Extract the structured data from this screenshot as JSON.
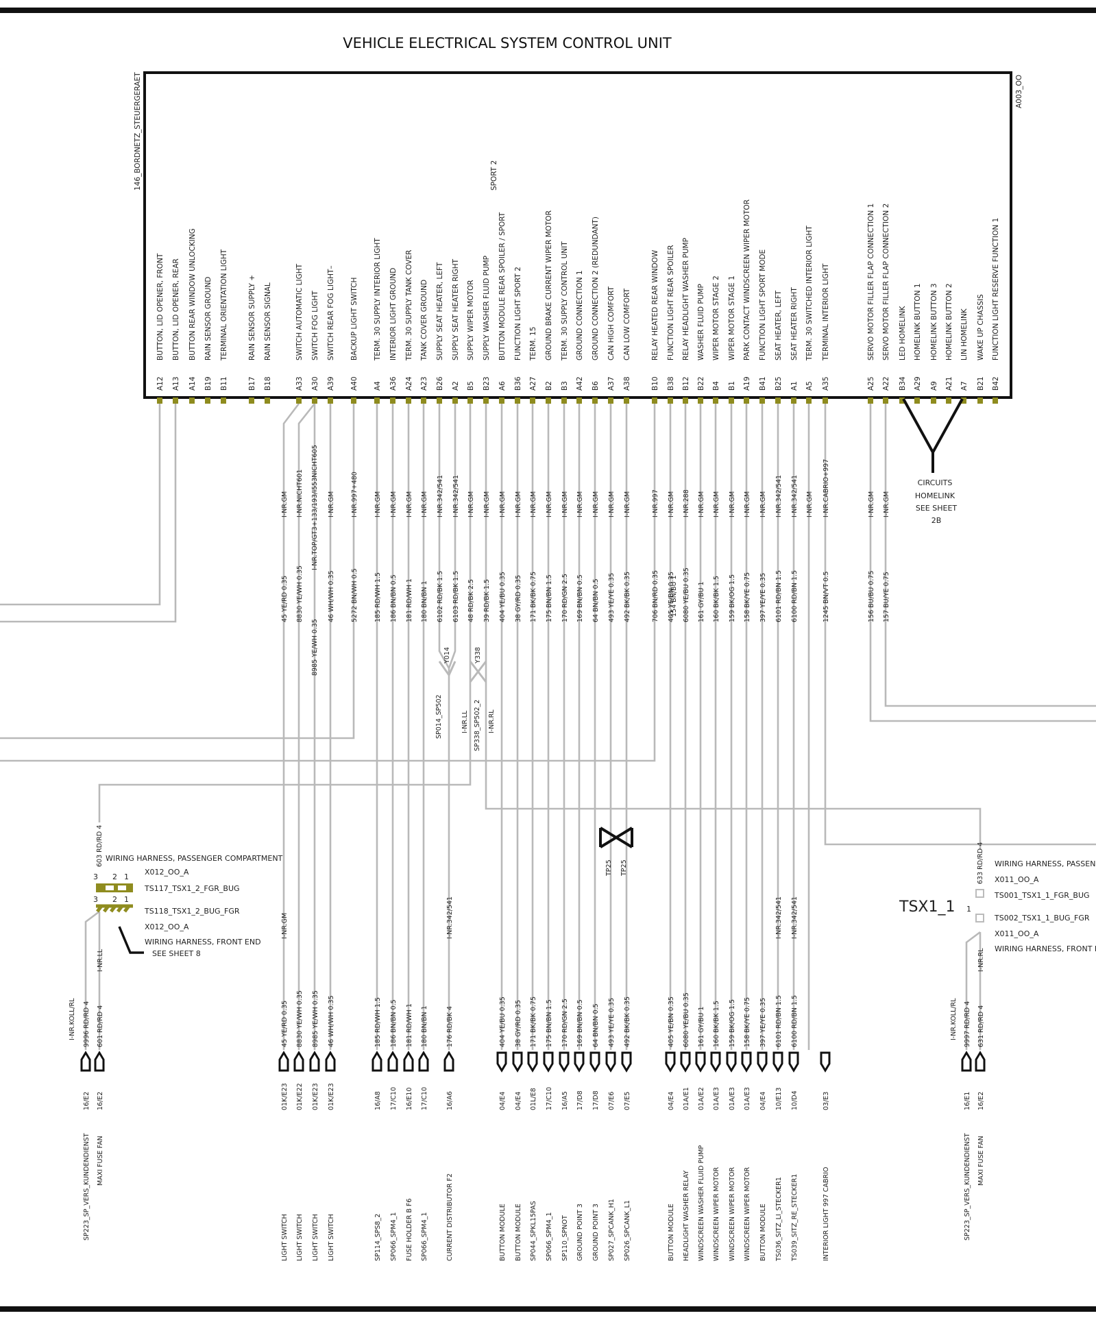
{
  "title": "VEHICLE ELECTRICAL SYSTEM CONTROL UNIT",
  "unit_id": "146_BORDNETZ_STEUERGERAET",
  "unit_code": "A003_OO",
  "pins": [
    {
      "pin": "A12",
      "l1": "BUTTON, LID OPENER, FRONT",
      "l2": ""
    },
    {
      "pin": "A13",
      "l1": "BUTTON, LID OPENER,  REAR",
      "l2": ""
    },
    {
      "pin": "A14",
      "l1": "BUTTON  REAR WINDOW    UNLOCKING",
      "l2": ""
    },
    {
      "pin": "B19",
      "l1": "RAIN SENSOR      GROUND",
      "l2": ""
    },
    {
      "pin": "B11",
      "l1": "TERMINAL   ORIENTATION  LIGHT",
      "l2": ""
    },
    {
      "pin": "B17",
      "l1": "RAIN SENSOR      SUPPLY +",
      "l2": ""
    },
    {
      "pin": "B18",
      "l1": "RAIN SENSOR      SIGNAL",
      "l2": ""
    },
    {
      "pin": "A33",
      "l1": "SWITCH       AUTOMATIC      LIGHT",
      "l2": ""
    },
    {
      "pin": "A30",
      "l1": "SWITCH       FOG LIGHT",
      "l2": ""
    },
    {
      "pin": "A39",
      "l1": "SWITCH       REAR FOG LIGHT–",
      "l2": ""
    },
    {
      "pin": "A40",
      "l1": "BACKUP  LIGHT  SWITCH",
      "l2": ""
    },
    {
      "pin": "A4",
      "l1": "TERM. 30 SUPPLY       INTERIOR LIGHT",
      "l2": ""
    },
    {
      "pin": "A36",
      "l1": "INTERIOR LIGHT     GROUND",
      "l2": ""
    },
    {
      "pin": "A24",
      "l1": "TERM. 30 SUPPLY       TANK COVER",
      "l2": ""
    },
    {
      "pin": "A23",
      "l1": "TANK COVER       GROUND",
      "l2": ""
    },
    {
      "pin": "B26",
      "l1": "SUPPLY        SEAT HEATER,   LEFT",
      "l2": ""
    },
    {
      "pin": "A2",
      "l1": "SUPPLY        SEAT HEATER   RIGHT",
      "l2": ""
    },
    {
      "pin": "B5",
      "l1": "SUPPLY        WIPER MOTOR",
      "l2": ""
    },
    {
      "pin": "B23",
      "l1": "SUPPLY        WASHER FLUID PUMP",
      "l2": ""
    },
    {
      "pin": "A6",
      "l1": "BUTTON  MODULE  REAR SPOILER   /    SPORT",
      "l2": "SPORT 2"
    },
    {
      "pin": "B36",
      "l1": "FUNCTION  LIGHT      SPORT  2",
      "l2": ""
    },
    {
      "pin": "A27",
      "l1": "TERM. 15",
      "l2": ""
    },
    {
      "pin": "B2",
      "l1": "GROUND  BRAKE CURRENT WIPER MOTOR",
      "l2": ""
    },
    {
      "pin": "B3",
      "l1": "TERM. 30 SUPPLY       CONTROL UNIT",
      "l2": ""
    },
    {
      "pin": "A42",
      "l1": "GROUND CONNECTION 1",
      "l2": ""
    },
    {
      "pin": "B6",
      "l1": "GROUND CONNECTION 2  (REDUNDANT)",
      "l2": ""
    },
    {
      "pin": "A37",
      "l1": "CAN HIGH        COMFORT",
      "l2": ""
    },
    {
      "pin": "A38",
      "l1": "CAN LOW         COMFORT",
      "l2": ""
    },
    {
      "pin": "B10",
      "l1": "RELAY       HEATED REAR WINDOW",
      "l2": ""
    },
    {
      "pin": "B38",
      "l1": "FUNCTION LIGHT       REAR SPOILER",
      "l2": ""
    },
    {
      "pin": "B12",
      "l1": "RELAY      HEADLIGHT  WASHER PUMP",
      "l2": ""
    },
    {
      "pin": "B22",
      "l1": "WASHER FLUID PUMP",
      "l2": ""
    },
    {
      "pin": "B4",
      "l1": "WIPER MOTOR        STAGE 2",
      "l2": ""
    },
    {
      "pin": "B1",
      "l1": "WIPER MOTOR        STAGE 1",
      "l2": ""
    },
    {
      "pin": "A19",
      "l1": "PARK  CONTACT   WINDSCREEN WIPER MOTOR",
      "l2": ""
    },
    {
      "pin": "B41",
      "l1": "FUNCTION LIGHT         SPORT MODE",
      "l2": ""
    },
    {
      "pin": "B25",
      "l1": "SEAT   HEATER,    LEFT",
      "l2": ""
    },
    {
      "pin": "A1",
      "l1": "SEAT HEATER      RIGHT",
      "l2": ""
    },
    {
      "pin": "A5",
      "l1": "TERM. 30 SWITCHED       INTERIOR LIGHT",
      "l2": ""
    },
    {
      "pin": "A35",
      "l1": "TERMINAL INTERIOR LIGHT",
      "l2": ""
    },
    {
      "pin": "A25",
      "l1": "SERVO MOTOR    FILLER FLAP       CONNECTION   1",
      "l2": ""
    },
    {
      "pin": "A22",
      "l1": "SERVO MOTOR    FILLER FLAP       CONNECTION   2",
      "l2": ""
    },
    {
      "pin": "B34",
      "l1": "LED    HOMELINK",
      "l2": ""
    },
    {
      "pin": "A29",
      "l1": "HOMELINK BUTTON 1",
      "l2": ""
    },
    {
      "pin": "A9",
      "l1": "HOMELINK    BUTTON    3",
      "l2": ""
    },
    {
      "pin": "A21",
      "l1": "HOMELINK BUTTON 2",
      "l2": ""
    },
    {
      "pin": "A7",
      "l1": "LIN    HOMELINK",
      "l2": ""
    },
    {
      "pin": "B21",
      "l1": "WAKE UP     CHASSIS",
      "l2": ""
    },
    {
      "pin": "B42",
      "l1": "FUNCTION LIGHT         RESERVE FUNCTION     1",
      "l2": ""
    }
  ],
  "wire_codes": [
    "I-NR.GM",
    "I-NR.NICHT601",
    "I-NR.GM",
    "I-NR.997+480",
    "I-NR.GM",
    "I-NR.GM",
    "I-NR.GM",
    "I-NR.GM",
    "I-NR.342/541",
    "I-NR.342/541",
    "I-NR.GM",
    "I-NR.GM",
    "I-NR.GM",
    "I-NR.GM",
    "I-NR.GM",
    "I-NR.GM",
    "I-NR.GM",
    "I-NR.GM",
    "I-NR.GM",
    "I-NR.GM",
    "I-NR.GM",
    "I-NR.997",
    "I-NR.GM",
    "I-NR.288",
    "I-NR.GM",
    "I-NR.GM",
    "I-NR.GM",
    "I-NR.GM",
    "I-NR.GM",
    "I-NR.342/541",
    "I-NR.342/541",
    "I-NR.GM",
    "I-NR.CABRIO+997",
    "I-NR.GM",
    "I-NR.GM"
  ],
  "wire_upper": [
    "45 YE/RD 0.35",
    "8830 YE/WH 0.35",
    "46 WH/WH 0.35",
    "5272 BN/WH 0.5",
    "185 RD/WH 1.5",
    "186 BN/BN 0.5",
    "181 RD/WH 1",
    "180 BN/BN 1",
    "6102 RD/BK 1.5",
    "6103 RD/BK 1.5",
    "48 RD/BK 2.5",
    "39 RD/BK 1.5",
    "404 YE/BU 0.35",
    "38 GY/RD 0.35",
    "171 BK/BK 0.75",
    "175 BN/BN 1.5",
    "170 RD/GN 2.5",
    "169 BN/BN 0.5",
    "64 BN/BN 0.5",
    "493 YE/YE 0.35",
    "492 BK/BK 0.35",
    "706 BN/RD 0.35",
    "405 YE/BN 0.35",
    "6080 YE/BU 0.35",
    "161 GY/BU 1",
    "160 BK/BK 1.5",
    "159 BK/OG 1.5",
    "158 BK/YE 0.75",
    "397 YE/YE 0.35",
    "6101 RD/BN 1.5",
    "6100 RD/BN 1.5",
    "1245 BN/VT 0.5",
    "156 BU/BU 0.75",
    "157 BU/YE 0.75"
  ],
  "wire_extra": {
    "w8985": "8985 YE/WH 0.35",
    "top_code": "I-NR.TOP/GT3+133/193/I553NICHT605",
    "w154": "154 BN/BU 1"
  },
  "splices": {
    "y014": "Y014",
    "y338": "Y338",
    "sp014": "SP014_SP502",
    "sp338": "SP338_SP502_2",
    "nrll": "I-NR.LL",
    "nrrl": "I-NR.RL"
  },
  "homelink_note": [
    "CIRCUITS",
    "HOMELINK",
    "SEE SHEET",
    "2B"
  ],
  "left_block": {
    "wire_603": "603 RD/RD 4",
    "harness_top": "WIRING HARNESS, PASSENGER COMPARTMENT",
    "x012a": "X012_OO_A",
    "ts117": "TS117_TSX1_2_FGR_BUG",
    "ts118": "TS118_TSX1_2_BUG_FGR",
    "x012b": "X012_OO_A",
    "harness_front": "WIRING HARNESS, FRONT END",
    "see_sheet": "SEE SHEET 8",
    "pin3": "3",
    "pin2": "2",
    "pin1": "1"
  },
  "right_block": {
    "wire_633": "633 RD/RD 4",
    "harness_top": "WIRING HARNESS, PASSENGER COMPARTMENT",
    "x011a": "X011_OO_A",
    "ts001": "TS001_TSX1_1_FGR_BUG",
    "ts002": "TS002_TSX1_1_BUG_FGR",
    "x011b": "X011_OO_A",
    "harness_front": "WIRING HARNESS, FRONT END",
    "tsx": "TSX1_1",
    "pin1": "1"
  },
  "tp25": "TP25",
  "bottom_codes": [
    "I-NR.GM",
    "I-NR.342/541",
    "I-NR.342/541",
    "I-NR.342/541",
    "I-NR.LL",
    "I-NR.RL"
  ],
  "bottom_wires": [
    "I-NR.KOLL/RL",
    "9996 RD/RD 4",
    "601 RD/RD 4",
    "45 YE/RD 0.35",
    "8830 YE/WH 0.35",
    "8985 YE/WH 0.35",
    "46 WH/WH 0.35",
    "185 RD/WH 1.5",
    "186 BN/BN 0.5",
    "181 RD/WH 1",
    "180 BN/BN 1",
    "176 RD/BK 4",
    "404 YE/BU 0.35",
    "38 GY/RD 0.35",
    "171 BK/BK 0.75",
    "175 BN/BN 1.5",
    "170 RD/GN 2.5",
    "169 BN/BN 0.5",
    "64 BN/BN 0.5",
    "493 YE/YE 0.35",
    "492 BK/BK 0.35",
    "405 YE/BN 0.35",
    "6080 YE/BU 0.35",
    "161 GY/BU 1",
    "160 BK/BK 1.5",
    "159 BK/OG 1.5",
    "158 BK/YE 0.75",
    "397 YE/YE 0.35",
    "6101 RD/BN 1.5",
    "6100 RD/BN 1.5",
    "I-NR.KOLL/RL",
    "9997 RD/RD 4",
    "631 RD/RD 4"
  ],
  "destinations": [
    {
      "ref": "16/E2",
      "name": "SP223_SP_VERS_KUNDENDIENST"
    },
    {
      "ref": "16/E2",
      "name": "MAXI FUSE   FAN"
    },
    {
      "ref": "01K/E23",
      "name": "LIGHT SWITCH"
    },
    {
      "ref": "01K/E22",
      "name": "LIGHT SWITCH"
    },
    {
      "ref": "01K/E23",
      "name": "LIGHT SWITCH"
    },
    {
      "ref": "01K/E23",
      "name": "LIGHT SWITCH"
    },
    {
      "ref": "16/A8",
      "name": "SP114_SPS8_2"
    },
    {
      "ref": "17/C10",
      "name": "SP066_SPM4_1"
    },
    {
      "ref": "16/E10",
      "name": "FUSE HOLDER B    F6"
    },
    {
      "ref": "17/C10",
      "name": "SP066_SPM4_1"
    },
    {
      "ref": "16/A6",
      "name": "CURRENT DISTRIBUTOR F2"
    },
    {
      "ref": "04/E4",
      "name": "BUTTON MODULE"
    },
    {
      "ref": "04/E4",
      "name": "BUTTON MODULE"
    },
    {
      "ref": "01L/E8",
      "name": "SP044_SPKL15PAS"
    },
    {
      "ref": "17/C10",
      "name": "SP066_SPM4_1"
    },
    {
      "ref": "16/A5",
      "name": "SP110_SPNOT"
    },
    {
      "ref": "17/D8",
      "name": "GROUND POINT 3"
    },
    {
      "ref": "17/D8",
      "name": "GROUND POINT 3"
    },
    {
      "ref": "07/E6",
      "name": "SP027_SPCANK_H1"
    },
    {
      "ref": "07/E5",
      "name": "SP026_SPCANK_L1"
    },
    {
      "ref": "04/E4",
      "name": "BUTTON  MODULE"
    },
    {
      "ref": "01A/E1",
      "name": "HEADLIGHT  WASHER  RELAY"
    },
    {
      "ref": "01A/E2",
      "name": "WINDSCREEN  WASHER  FLUID PUMP"
    },
    {
      "ref": "01A/E3",
      "name": "WINDSCREEN WIPER MOTOR"
    },
    {
      "ref": "01A/E3",
      "name": "WINDSCREEN WIPER MOTOR"
    },
    {
      "ref": "01A/E3",
      "name": "WINDSCREEN WIPER MOTOR"
    },
    {
      "ref": "04/E4",
      "name": "BUTTON  MODULE"
    },
    {
      "ref": "10/E13",
      "name": "TS036_SITZ_LI_STECKER1"
    },
    {
      "ref": "10/D4",
      "name": "TS039_SITZ_RE_STECKER1"
    },
    {
      "ref": "03/E3",
      "name": "INTERIOR LIGHT 997 CABRIO"
    },
    {
      "ref": "16/E1",
      "name": "SP223_SP_VERS_KUNDENDIENST"
    },
    {
      "ref": "16/E2",
      "name": "MAXI FUSE        FAN"
    }
  ]
}
